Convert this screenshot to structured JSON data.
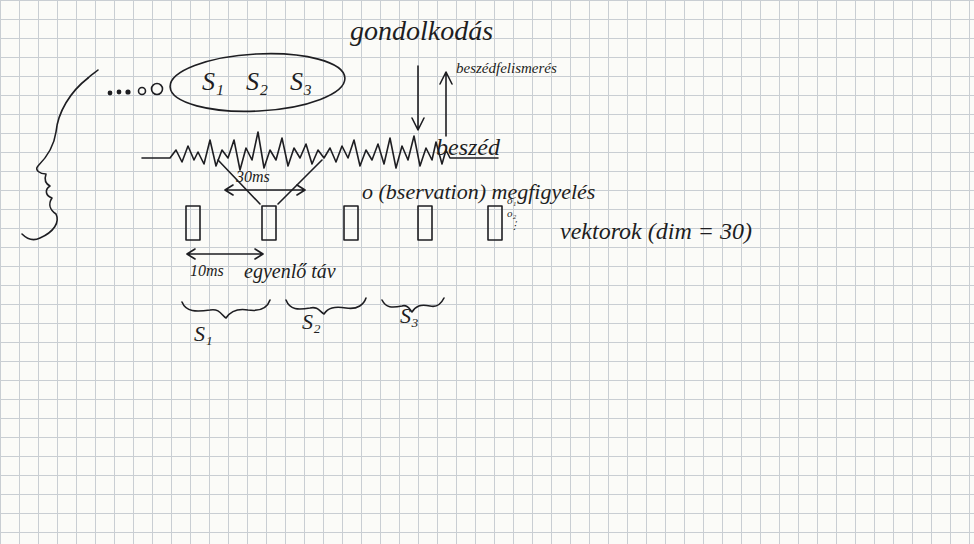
{
  "diagram": {
    "nodes": [
      {
        "text": [
          "S₁",
          "S₂",
          "S₃"
        ]
      }
    ],
    "labels": [
      "gondolkodás",
      "beszédfelismerés",
      "beszéd",
      "30ms",
      "o (bservation) megfigyelés",
      "vektorok (dim = 30)",
      "o₁",
      "o₂",
      "⋮",
      "10ms",
      "egyenlő táv",
      "S₁",
      "S₂",
      "S₃"
    ]
  }
}
